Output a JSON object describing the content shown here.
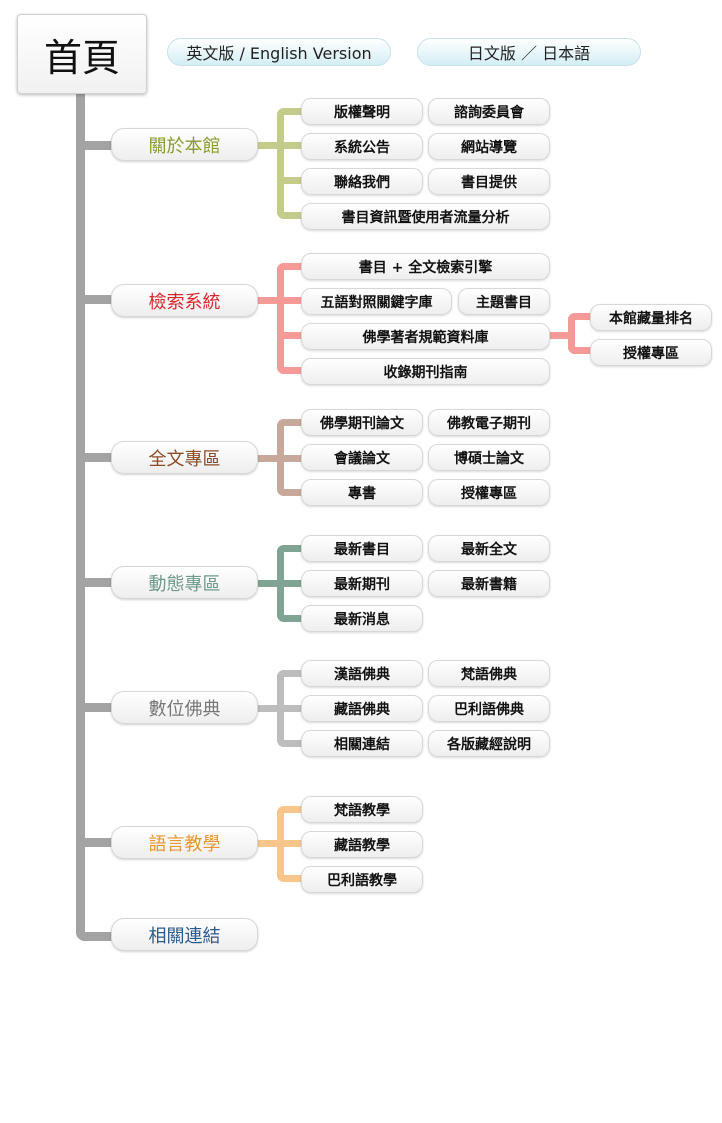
{
  "home": {
    "label": "首頁"
  },
  "languages": [
    {
      "label": "英文版 / English Version"
    },
    {
      "label": "日文版 ／ 日本語"
    }
  ],
  "colors": {
    "trunk": "#a3a3a3",
    "about": "#c5cc8b",
    "search": "#f59a96",
    "fulltext": "#c7a89b",
    "news": "#7fa493",
    "digital": "#bdbdbd",
    "language": "#f8c58c",
    "links": "#2a5a8e"
  },
  "categories": {
    "about": {
      "label": "關於本館",
      "items": [
        "版權聲明",
        "諮詢委員會",
        "系統公告",
        "網站導覽",
        "聯絡我們",
        "書目提供",
        "書目資訊暨使用者流量分析"
      ]
    },
    "search": {
      "label": "檢索系統",
      "items": [
        "書目 + 全文檢索引擎",
        "五語對照關鍵字庫",
        "主題書目",
        "佛學著者規範資料庫",
        "收錄期刊指南"
      ],
      "subitems": [
        "本館藏量排名",
        "授權專區"
      ]
    },
    "fulltext": {
      "label": "全文專區",
      "items": [
        "佛學期刊論文",
        "佛教電子期刊",
        "會議論文",
        "博碩士論文",
        "專書",
        "授權專區"
      ]
    },
    "news": {
      "label": "動態專區",
      "items": [
        "最新書目",
        "最新全文",
        "最新期刊",
        "最新書籍",
        "最新消息"
      ]
    },
    "digital": {
      "label": "數位佛典",
      "items": [
        "漢語佛典",
        "梵語佛典",
        "藏語佛典",
        "巴利語佛典",
        "相關連結",
        "各版藏經說明"
      ]
    },
    "language": {
      "label": "語言教學",
      "items": [
        "梵語教學",
        "藏語教學",
        "巴利語教學"
      ]
    },
    "links": {
      "label": "相關連結"
    }
  }
}
